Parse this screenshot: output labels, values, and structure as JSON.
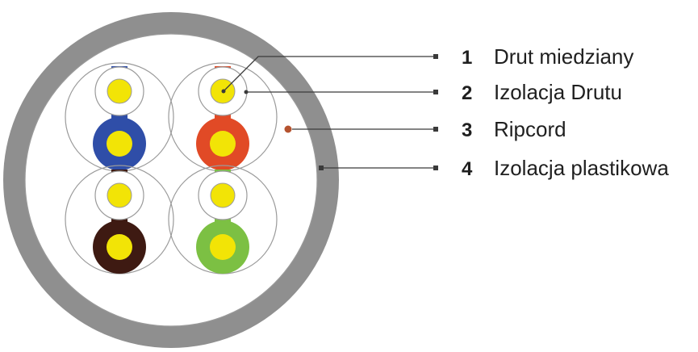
{
  "legend": [
    {
      "number": "1",
      "label": "Drut miedziany"
    },
    {
      "number": "2",
      "label": "Izolacja Drutu"
    },
    {
      "number": "3",
      "label": "Ripcord"
    },
    {
      "number": "4",
      "label": "Izolacja plastikowa"
    }
  ],
  "colors": {
    "jacket": "#8f8f8f",
    "core": "#ffffff",
    "outline": "#9a9a9a",
    "conductor": "#f2e406",
    "ripcord": "#b5532f",
    "leader": "#3a3a3a",
    "pairs": [
      {
        "name": "blue",
        "color": "#2f4ea8"
      },
      {
        "name": "orange",
        "color": "#e14a26"
      },
      {
        "name": "brown",
        "color": "#3e1a12"
      },
      {
        "name": "green",
        "color": "#7cc043"
      }
    ]
  }
}
